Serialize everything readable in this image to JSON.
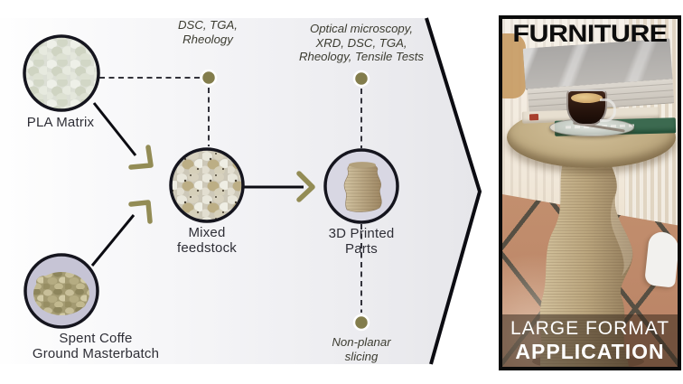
{
  "figure": {
    "accent_color": "#87814e",
    "nodes": {
      "pla": "PLA Matrix",
      "scg": "Spent Coffe\nGround Masterbatch",
      "mixed": "Mixed\nfeedstock",
      "printed": "3D Printed\nParts"
    },
    "annotations": {
      "mixed_tests": "DSC, TGA,\nRheology",
      "printed_tests": "Optical microscopy,\nXRD, DSC, TGA,\nRheology, Tensile Tests",
      "slicing": "Non-planar\nslicing"
    }
  },
  "photo": {
    "header": "FURNITURE",
    "footer_line1": "LARGE FORMAT",
    "footer_line2": "APPLICATION"
  }
}
